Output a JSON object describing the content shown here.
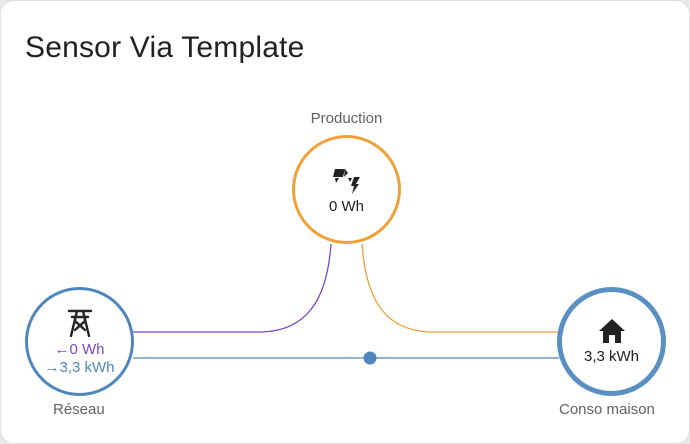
{
  "card": {
    "title": "Sensor Via Template"
  },
  "solar": {
    "label": "Production",
    "value": "0 Wh",
    "icon": "solar-power-icon",
    "color": "#f0a037"
  },
  "grid": {
    "label": "Réseau",
    "from_grid": "0 Wh",
    "to_grid": "3,3 kWh",
    "from_arrow": "←",
    "to_arrow": "→",
    "icon": "transmission-tower-icon",
    "color": "#4f86bd",
    "from_color": "#7b46c9"
  },
  "home": {
    "label": "Conso maison",
    "value": "3,3 kWh",
    "icon": "home-icon",
    "color": "#5a8fc4"
  },
  "flows": {
    "solar_to_grid_color": "#7b46c9",
    "solar_to_home_color": "#f0a037",
    "grid_to_home_color": "#4f86bd"
  }
}
